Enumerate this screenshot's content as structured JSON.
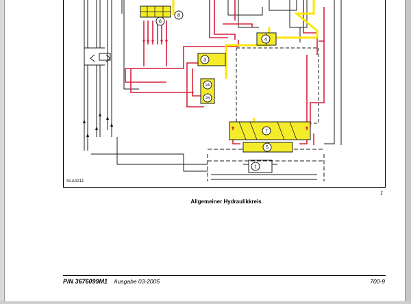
{
  "diagram": {
    "figure_id": "SLA0211",
    "figure_number": "1",
    "callouts": [
      "8",
      "6",
      "4",
      "3",
      "2A",
      "2B",
      "7",
      "5",
      "1"
    ]
  },
  "caption": "Allgemeiner Hydraulikkreis",
  "footer": {
    "part_number": "P/N 3676099M1",
    "edition": "Ausgabe 03-2005",
    "page": "700-9"
  },
  "colors": {
    "pressure_line": "#d6213c",
    "pilot_line": "#ffe600",
    "component_fill": "#f4ec2a",
    "drawing_line": "#1a1a1a"
  }
}
